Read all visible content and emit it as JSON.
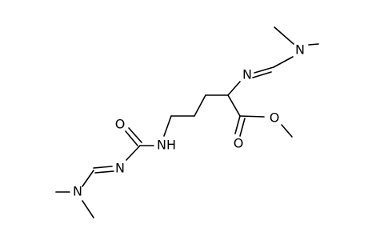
{
  "molecule": {
    "atoms": {
      "n_dimethylamino_top": "N",
      "n_imine_top": "N",
      "o_ester_single": "O",
      "o_ester_carbonyl": "O",
      "n_amide": "NH",
      "o_urea_carbonyl": "O",
      "n_imine_bottom": "N",
      "n_dimethylamino_bottom": "N"
    }
  },
  "colors": {
    "bond": "#000000",
    "label": "#000000",
    "background": "#ffffff"
  }
}
